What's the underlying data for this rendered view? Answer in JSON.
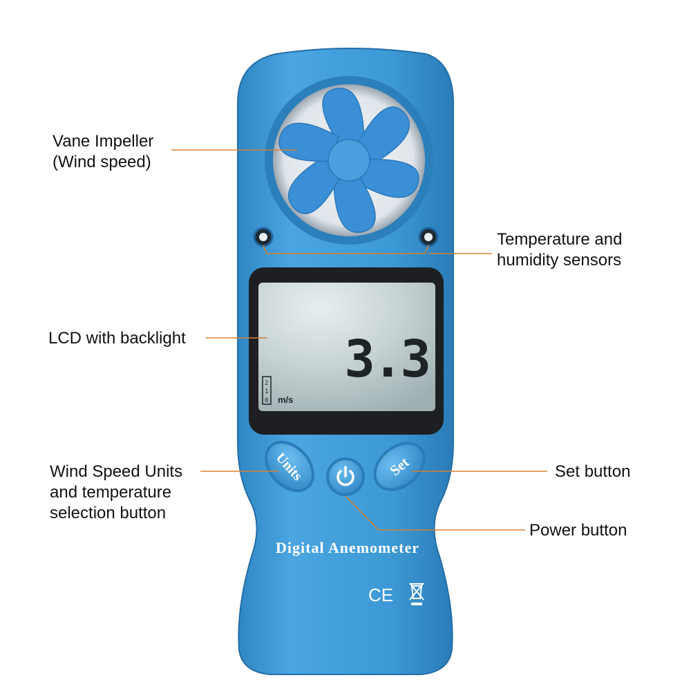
{
  "colors": {
    "body": "#3d9ad6",
    "body_dark": "#2b7fbb",
    "body_light": "#62b4e8",
    "leader": "#d7802f",
    "lcd": "#c9d6d6",
    "lcd_bezel": "#1d1f22",
    "impeller": "#3a8fd6",
    "impeller_bg": "#e3e8ee"
  },
  "callouts": {
    "vane": {
      "line1": "Vane Impeller",
      "line2": "(Wind speed)"
    },
    "sensors": {
      "line1": "Temperature and",
      "line2": "humidity sensors"
    },
    "lcd": {
      "line1": "LCD with backlight"
    },
    "units": {
      "line1": "Wind Speed Units",
      "line2": "and temperature",
      "line3": "selection button"
    },
    "set": {
      "line1": "Set button"
    },
    "power": {
      "line1": "Power button"
    }
  },
  "device": {
    "reading": "3.3",
    "unit": "m/s",
    "bar_digits": [
      "2",
      "1",
      "0"
    ],
    "units_button": "Units",
    "set_button": "Set",
    "power_icon": "power-icon",
    "brand_text": "Digital Anemometer",
    "ce_mark": "CE",
    "weee_icon": "crossed-bin-icon"
  }
}
